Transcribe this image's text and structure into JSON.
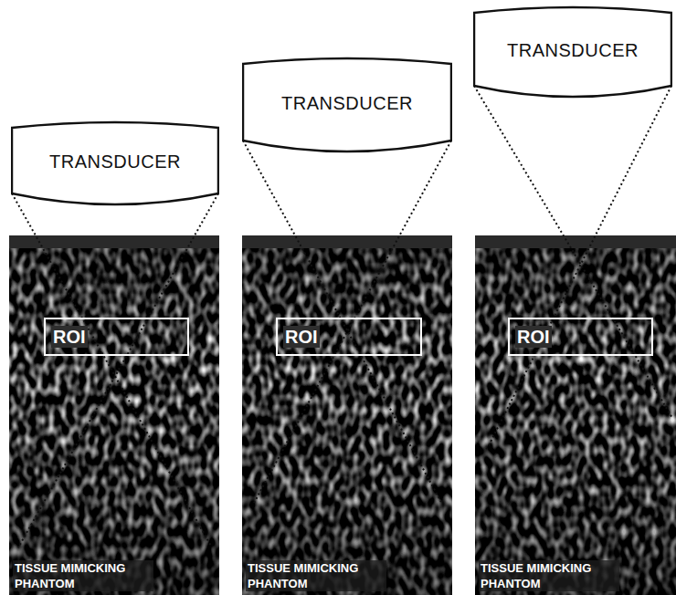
{
  "diagram": {
    "nodes": [
      {
        "text": [
          "TRANSDUCER"
        ]
      },
      {
        "text": [
          "TISSUE MIMICKING PHANTOM"
        ]
      },
      {
        "text": [
          "ROI"
        ],
        "in": 1
      },
      {
        "text": [
          "TRANSDUCER"
        ]
      },
      {
        "text": [
          "TISSUE MIMICKING PHANTOM"
        ]
      },
      {
        "text": [
          "ROI"
        ],
        "in": 4
      },
      {
        "text": [
          "TRANSDUCER"
        ]
      },
      {
        "text": [
          "TISSUE MIMICKING PHANTOM"
        ]
      },
      {
        "text": [
          "ROI"
        ],
        "in": 7
      }
    ]
  }
}
